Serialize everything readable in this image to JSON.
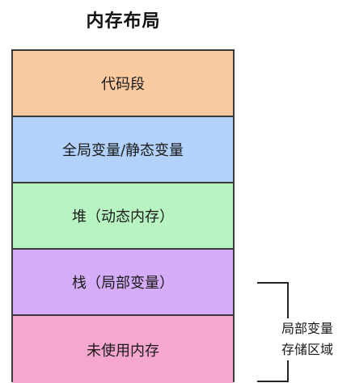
{
  "diagram": {
    "title": "内存布局",
    "segments": [
      {
        "label": "代码段",
        "color": "#f9c9a0"
      },
      {
        "label": "全局变量/静态变量",
        "color": "#b3d2fb"
      },
      {
        "label": "堆（动态内存）",
        "color": "#b8f4c2"
      },
      {
        "label": "栈（局部变量）",
        "color": "#d5acf7"
      },
      {
        "label": "未使用内存",
        "color": "#f6a7cf"
      }
    ],
    "bracket": {
      "line1": "局部变量",
      "line2": "存储区域"
    }
  }
}
